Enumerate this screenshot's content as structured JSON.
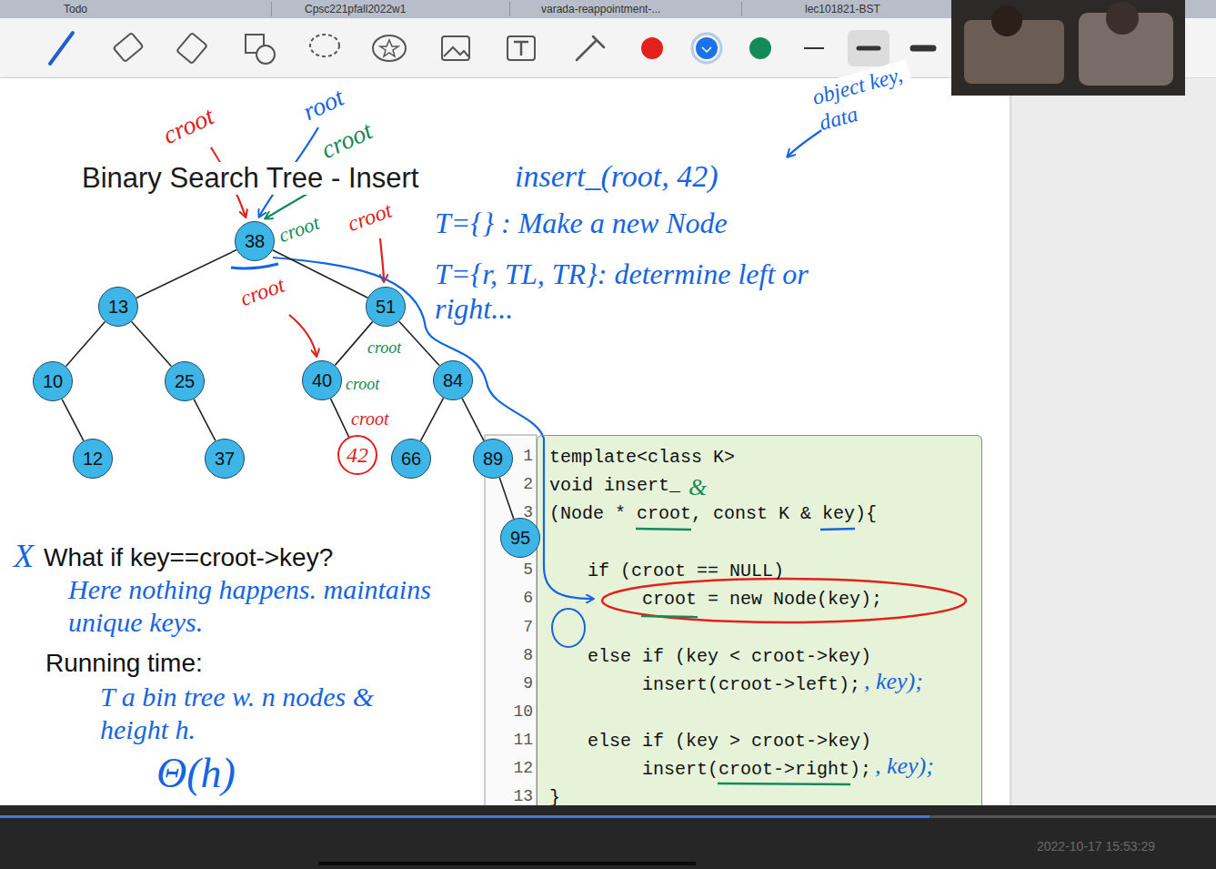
{
  "diagram": {
    "title": "Binary Search Tree - Insert",
    "nodes": [
      {
        "text": [
          "38"
        ]
      },
      {
        "text": [
          "13"
        ]
      },
      {
        "text": [
          "51"
        ]
      },
      {
        "text": [
          "10"
        ]
      },
      {
        "text": [
          "25"
        ]
      },
      {
        "text": [
          "40"
        ]
      },
      {
        "text": [
          "84"
        ]
      },
      {
        "text": [
          "12"
        ]
      },
      {
        "text": [
          "37"
        ]
      },
      {
        "text": [
          "42"
        ]
      },
      {
        "text": [
          "66"
        ]
      },
      {
        "text": [
          "89"
        ]
      },
      {
        "text": [
          "95"
        ]
      },
      {
        "text": [
          "template<class K>",
          "void insert_",
          "(Node * croot, const K & key){",
          "if (croot == NULL)",
          "croot = new Node(key);",
          "else if (key < croot->key)",
          "insert(croot->left);",
          "else if (key > croot->key)",
          "insert(croot->right);",
          "}"
        ]
      }
    ],
    "edges": [
      {
        "from": 0,
        "to": 1,
        "arrow": "none"
      },
      {
        "from": 0,
        "to": 2,
        "arrow": "none"
      },
      {
        "from": 1,
        "to": 3,
        "arrow": "none"
      },
      {
        "from": 1,
        "to": 4,
        "arrow": "none"
      },
      {
        "from": 3,
        "to": 7,
        "arrow": "none"
      },
      {
        "from": 4,
        "to": 8,
        "arrow": "none"
      },
      {
        "from": 2,
        "to": 5,
        "arrow": "none"
      },
      {
        "from": 2,
        "to": 6,
        "arrow": "none"
      },
      {
        "from": 5,
        "to": 9,
        "arrow": "none"
      },
      {
        "from": 6,
        "to": 10,
        "arrow": "none"
      },
      {
        "from": 6,
        "to": 11,
        "arrow": "none"
      },
      {
        "from": 11,
        "to": 12,
        "arrow": "none"
      }
    ],
    "labels": [
      "Todo",
      "Cpsc221pfall2022w1",
      "varada-reappointment-...",
      "lec101821-BST",
      "croot",
      "root",
      "croot",
      "object key, data",
      "insert_(root, 42)",
      "croot",
      "croot",
      "T={} : Make a new Node",
      "T={r, TL, TR}: determine left or right...",
      "croot",
      "croot",
      "croot",
      "croot",
      "&",
      "X",
      "What if key==croot->key?",
      "Here nothing happens. maintains unique keys.",
      "Running time:",
      "T a bin tree w. n nodes & height h.",
      "Θ(h)",
      ", key);",
      ", key);",
      "2022-10-17 15:53:29",
      "1",
      "2",
      "3",
      "5",
      "6",
      "7",
      "8",
      "9",
      "10",
      "11",
      "12",
      "13"
    ]
  }
}
